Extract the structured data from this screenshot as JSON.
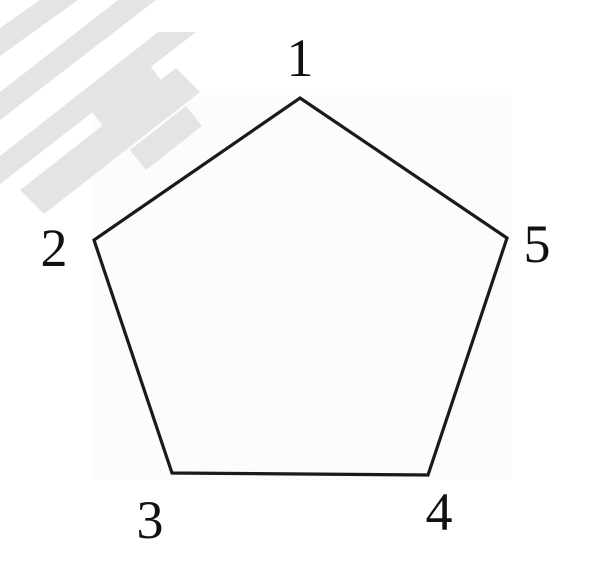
{
  "figure": {
    "shape": "pentagon",
    "vertex_labels": [
      "1",
      "2",
      "3",
      "4",
      "5"
    ],
    "colors": {
      "outline": "#1a1a1a",
      "labels": "#111111",
      "watermark": "#e4e4e4",
      "background": "#ffffff"
    }
  }
}
